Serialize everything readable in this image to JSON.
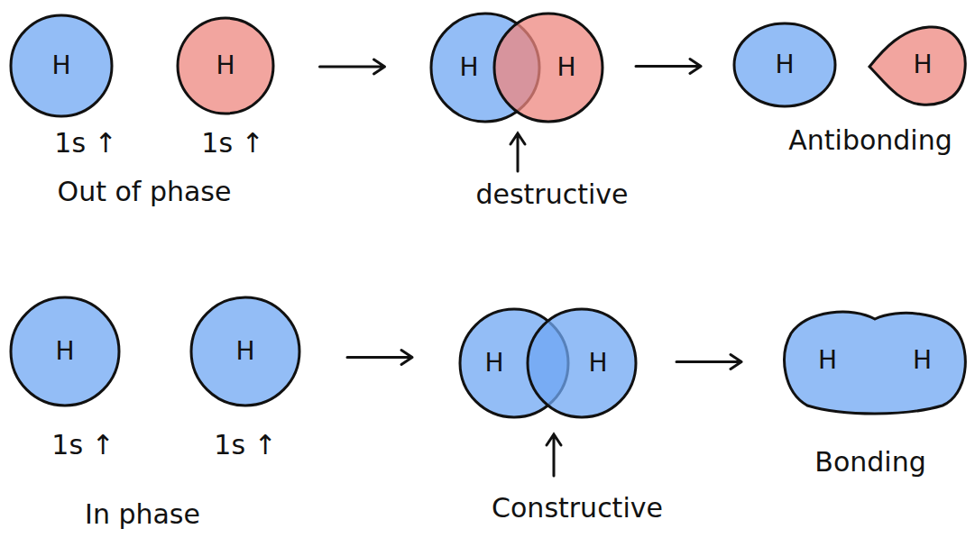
{
  "diagram": {
    "nodes": [
      {
        "text": [
          "H"
        ]
      },
      {
        "text": [
          "H"
        ]
      },
      {
        "text": [
          "H"
        ]
      },
      {
        "text": [
          "H"
        ]
      },
      {
        "text": [
          "H"
        ]
      },
      {
        "text": [
          "H"
        ]
      },
      {
        "text": [
          "H"
        ]
      },
      {
        "text": [
          "H"
        ]
      },
      {
        "text": [
          "H"
        ]
      },
      {
        "text": [
          "H"
        ]
      },
      {
        "text": [
          "H",
          "H"
        ]
      }
    ],
    "edges": [
      {
        "from": 1,
        "to": 2,
        "arrow": "to"
      },
      {
        "from": 3,
        "to": 4,
        "arrow": "to"
      },
      {
        "from": 7,
        "to": 8,
        "arrow": "to"
      },
      {
        "from": 9,
        "to": 10,
        "arrow": "to"
      }
    ],
    "labels": [
      "1s ↑",
      "1s ↑",
      "Out of phase",
      "destructive",
      "Antibonding",
      "1s ↑",
      "1s ↑",
      "In phase",
      "Constructive",
      "Bonding"
    ]
  }
}
